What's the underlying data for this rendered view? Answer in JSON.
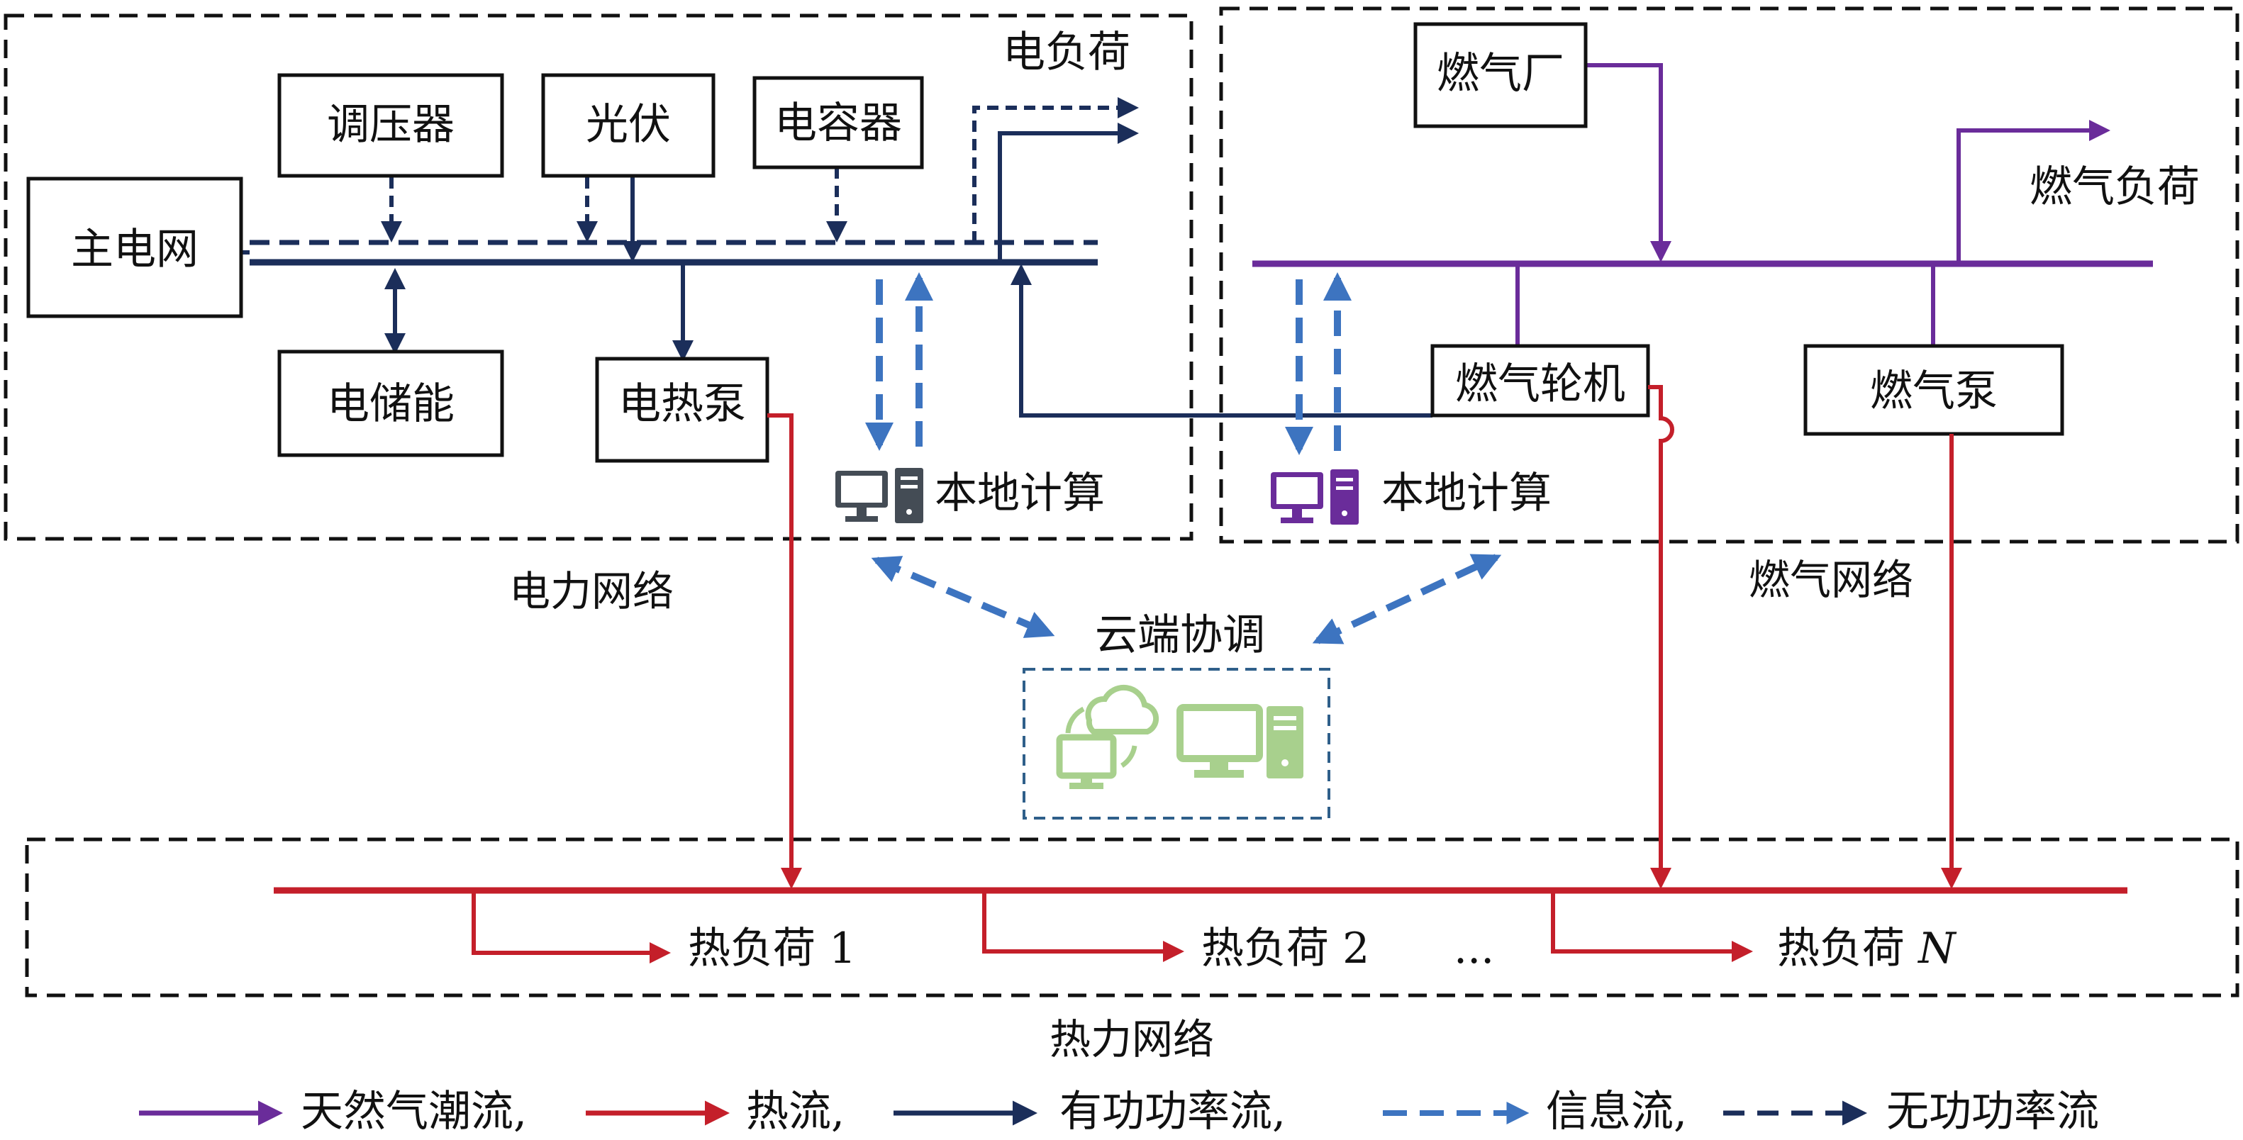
{
  "colors": {
    "gas": "#6a2c9a",
    "heat": "#c41f2a",
    "active": "#1b2e5a",
    "info": "#3d74c0",
    "reactive": "#1b2e5a",
    "local_grey": "#444c55",
    "local_purple": "#6a2c9a",
    "cloud_green": "#a8d08d"
  },
  "power_network": {
    "caption": "电力网络",
    "nodes": {
      "main_grid": "主电网",
      "regulator": "调压器",
      "pv": "光伏",
      "capacitor": "电容器",
      "storage": "电储能",
      "heat_pump": "电热泵",
      "load": "电负荷"
    },
    "local_compute": "本地计算"
  },
  "gas_network": {
    "caption": "燃气网络",
    "nodes": {
      "gas_plant": "燃气厂",
      "gas_load": "燃气负荷",
      "gas_turbine": "燃气轮机",
      "gas_pump": "燃气泵"
    },
    "local_compute": "本地计算"
  },
  "cloud": {
    "label": "云端协调"
  },
  "heat_network": {
    "caption": "热力网络",
    "loads": [
      {
        "label": "热负荷 ",
        "index": "1",
        "italic": false
      },
      {
        "label": "热负荷 ",
        "index": "2",
        "italic": false
      },
      {
        "label": "热负荷 ",
        "index": "N",
        "italic": true
      }
    ],
    "ellipsis": "..."
  },
  "legend": [
    {
      "key": "gas",
      "label": "天然气潮流,"
    },
    {
      "key": "heat",
      "label": "热流,"
    },
    {
      "key": "active",
      "label": "有功功率流,"
    },
    {
      "key": "info",
      "label": "信息流,"
    },
    {
      "key": "reactive",
      "label": "无功功率流"
    }
  ],
  "icons": {
    "local_computer": "computer-icon",
    "cloud_sync": "cloud-sync-icon"
  }
}
